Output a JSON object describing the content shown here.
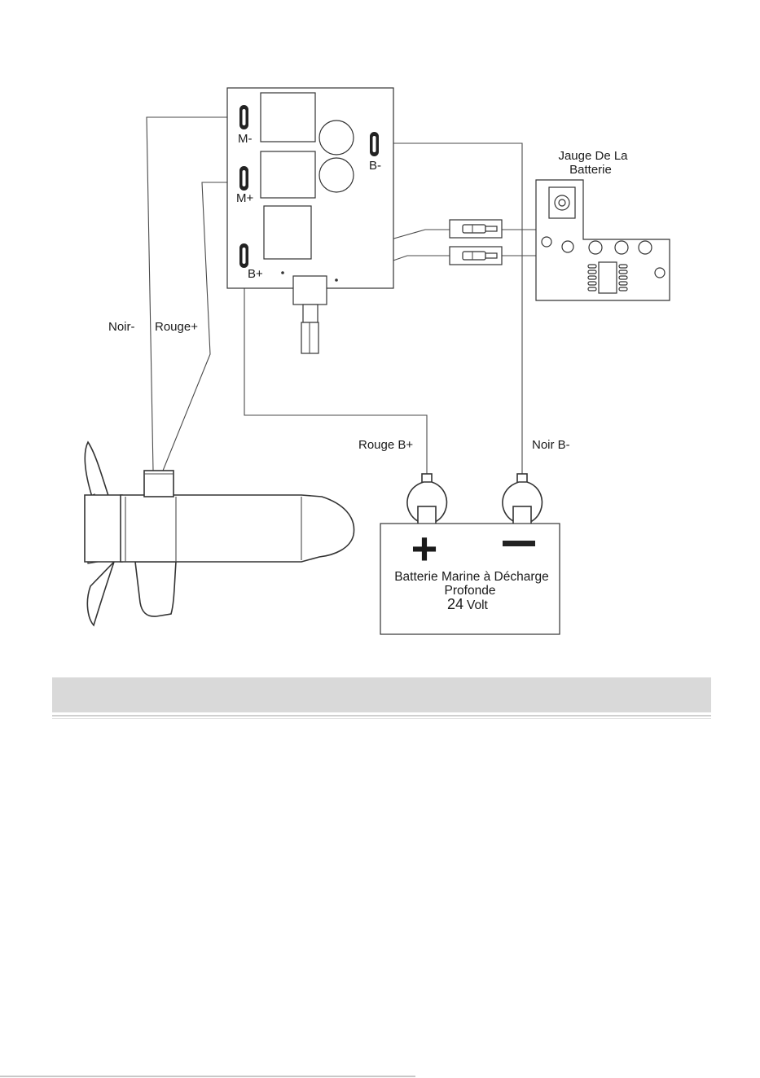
{
  "controller": {
    "terminal_m_minus": "M-",
    "terminal_m_plus": "M+",
    "terminal_b_minus": "B-",
    "terminal_b_plus": "B+"
  },
  "gauge": {
    "title_line1": "Jauge De La",
    "title_line2": "Batterie"
  },
  "wires": {
    "noir_minus": "Noir-",
    "rouge_plus": "Rouge+",
    "rouge_b_plus": "Rouge B+",
    "noir_b_minus": "Noir B-"
  },
  "battery": {
    "plus_sign": "+",
    "line1": "Batterie Marine à Décharge",
    "line2": "Profonde",
    "voltage": "24",
    "unit": "Volt"
  }
}
